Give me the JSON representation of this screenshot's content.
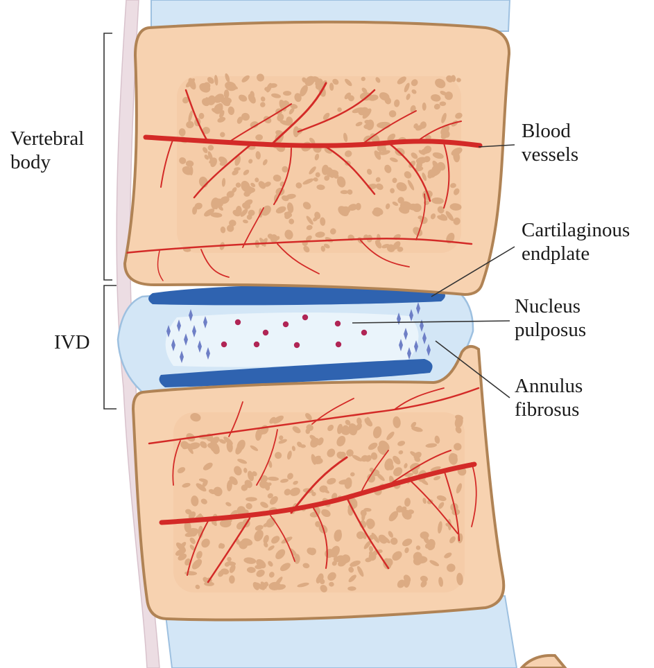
{
  "labels": {
    "vertebral_body": [
      "Vertebral",
      "body"
    ],
    "ivd": "IVD",
    "blood_vessels": [
      "Blood",
      "vessels"
    ],
    "cartilaginous_endplate": [
      "Cartilaginous",
      "endplate"
    ],
    "nucleus_pulposus": [
      "Nucleus",
      "pulposus"
    ],
    "annulus_fibrosus": [
      "Annulus",
      "fibrosus"
    ]
  },
  "colors": {
    "bone_fill": "#f7d2b0",
    "bone_outline": "#b08355",
    "marrow_spot": "#dcab83",
    "blood_vessel": "#d32a27",
    "endplate": "#2f63b0",
    "disc_fill": "#d3e6f6",
    "disc_outline": "#9dc0e0",
    "nucleus": "#eaf4fb",
    "nucleus_cells": "#b02555",
    "annulus_fibers": "#6e7fc6",
    "ligament": "#ecdde3"
  }
}
